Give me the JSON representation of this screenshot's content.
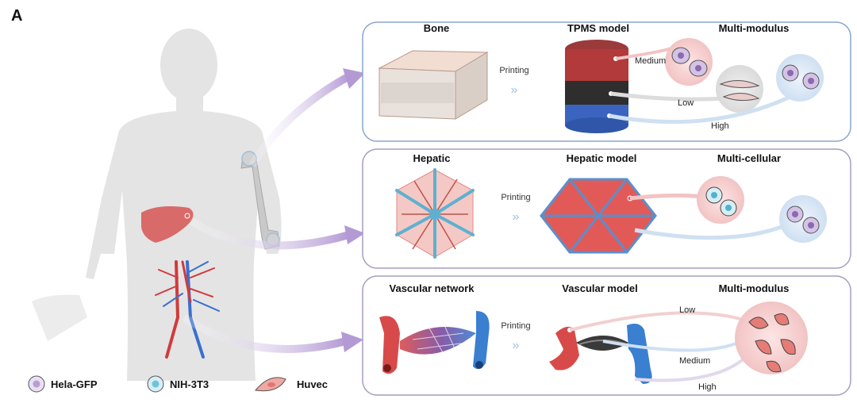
{
  "panel_letter": "A",
  "rows": [
    {
      "source": "Bone",
      "process": "Printing",
      "model": "TPMS model",
      "property": "Multi-modulus",
      "levels": [
        "Medium",
        "Low",
        "High"
      ]
    },
    {
      "source": "Hepatic",
      "process": "Printing",
      "model": "Hepatic model",
      "property": "Multi-cellular",
      "levels": []
    },
    {
      "source": "Vascular network",
      "process": "Printing",
      "model": "Vascular model",
      "property": "Multi-modulus",
      "levels": [
        "Low",
        "Medium",
        "High"
      ]
    }
  ],
  "legend": [
    {
      "label": "Hela-GFP",
      "color": "#b89fd0"
    },
    {
      "label": "NIH-3T3",
      "color": "#6fc3d8"
    },
    {
      "label": "Huvec",
      "color": "#e07572"
    }
  ],
  "colors": {
    "box_bone": "#8aa6cc",
    "box_hepatic": "#a89cc0",
    "box_vascular": "#a89cc0",
    "arrow": "#b9a3d6",
    "body": "#e6e6e6"
  }
}
